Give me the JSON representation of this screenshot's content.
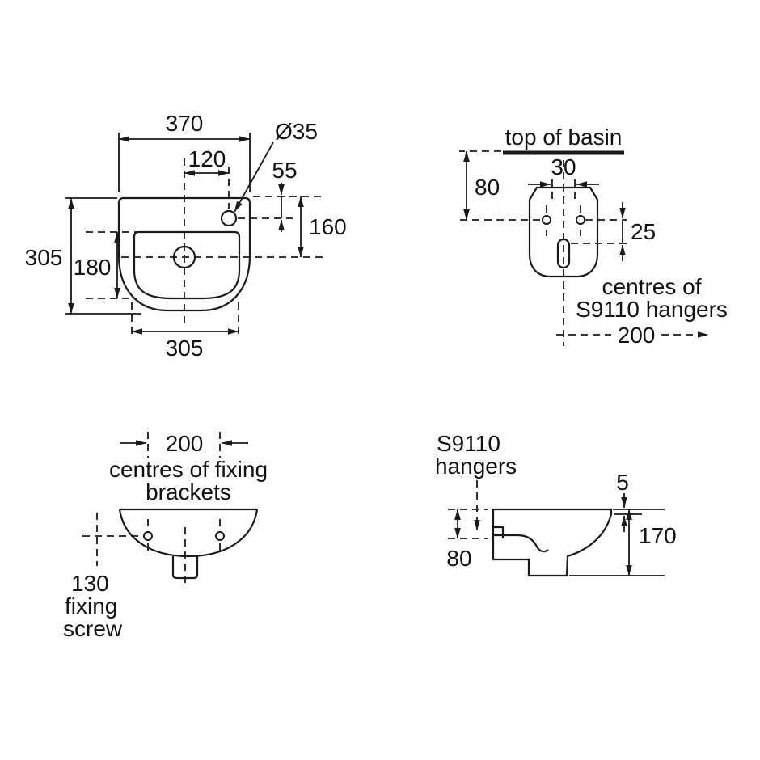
{
  "colors": {
    "ink": "#1a1a1a",
    "background": "#ffffff"
  },
  "views": {
    "plan": {
      "dim_370": "370",
      "dim_120": "120",
      "dim_o35": "Ø35",
      "dim_55": "55",
      "dim_160": "160",
      "dim_305_left": "305",
      "dim_180": "180",
      "dim_305_bottom": "305"
    },
    "rear": {
      "top_of_basin": "top of basin",
      "dim_30": "30",
      "dim_80": "80",
      "dim_25": "25",
      "note_line1": "centres of",
      "note_line2": "S9110 hangers",
      "dim_200": "200"
    },
    "front": {
      "dim_200": "200",
      "note_line1": "centres of fixing",
      "note_line2": "brackets",
      "dim_130": "130",
      "screw_line1": "fixing",
      "screw_line2": "screw"
    },
    "side": {
      "label_line1": "S9110",
      "label_line2": "hangers",
      "dim_5": "5",
      "dim_170": "170",
      "dim_80": "80"
    }
  }
}
